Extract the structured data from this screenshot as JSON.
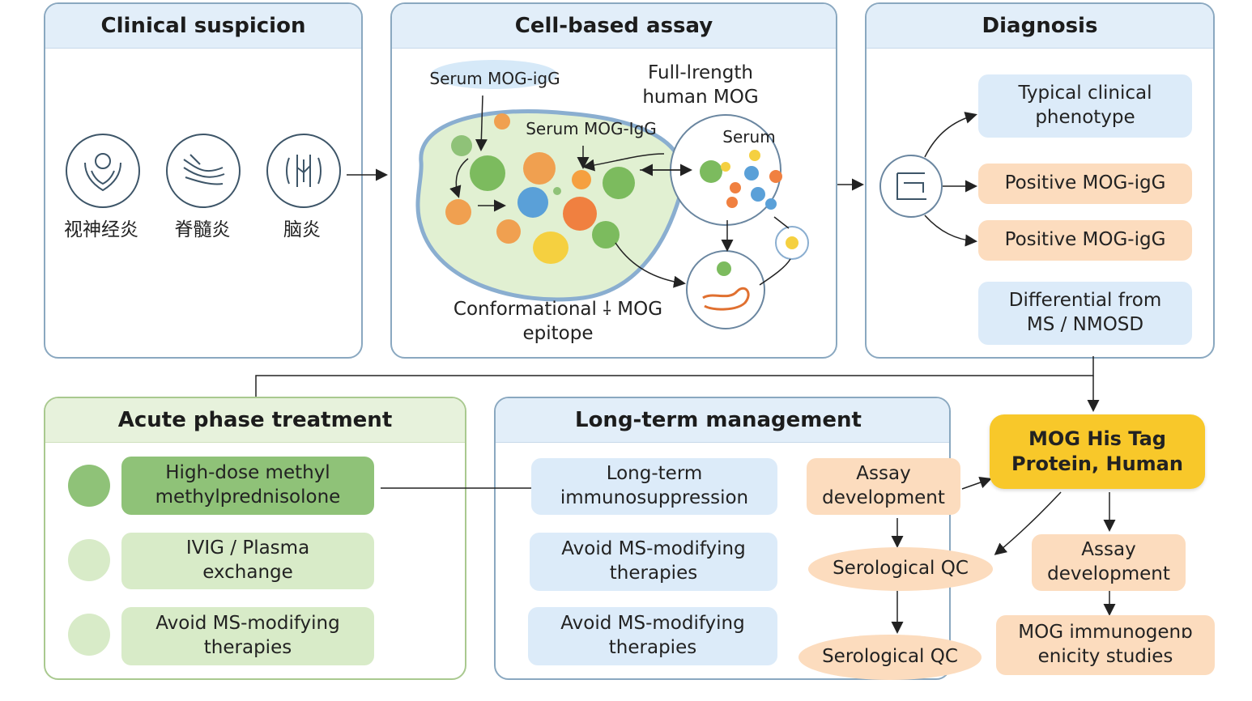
{
  "panels": {
    "clinical": {
      "title": "Clinical suspicion"
    },
    "assay": {
      "title": "Cell-based assay"
    },
    "diagnosis": {
      "title": "Diagnosis"
    },
    "acute": {
      "title": "Acute phase treatment"
    },
    "longterm": {
      "title": "Long-term management"
    }
  },
  "clinical": {
    "items": [
      {
        "label": "视神经炎",
        "icon": "eye-hands-icon"
      },
      {
        "label": "脊髓炎",
        "icon": "spine-icon"
      },
      {
        "label": "脑炎",
        "icon": "brain-icon"
      }
    ]
  },
  "assay": {
    "serum_top": "Serum MOG-igG",
    "full_length": "Full-lrength\nhuman MOG",
    "serum_mid": "Serum MOG-IgG",
    "serum_circle": "Serum",
    "conformational": "Conformational ⸸ MOG\nepitope"
  },
  "diagnosis": {
    "items": [
      "Typical clinical\nphenotype",
      "Positive MOG-igG",
      "Positive MOG-igG",
      "Differential from\nMS / NMOSD"
    ]
  },
  "acute": {
    "items": [
      "High-dose methyl\nmethylprednisolone",
      "IVIG / Plasma\nexchange",
      "Avoid MS-modifying\ntherapies"
    ]
  },
  "longterm": {
    "items": [
      "Long-term\nimmunosuppression",
      "Avoid MS-modifying\ntherapies",
      "Avoid MS-modifying\ntherapies"
    ],
    "assay_dev": "Assay\ndevelopment",
    "sero_qc_1": "Serological QC",
    "sero_qc_2": "Serological QC"
  },
  "product": {
    "title": "MOG His Tag\nProtein, Human",
    "assay_dev": "Assay\ndevelopment",
    "immuno": "MOG immunogenɒ\nenicity studies"
  },
  "colors": {
    "panel_border": "#8aa8c0",
    "header_blue": "#e2eef9",
    "header_green": "#e7f2dc",
    "box_blue": "#dcebf9",
    "box_orange": "#fcdcbe",
    "accent_yellow": "#f8c82a",
    "green_dark": "#8fc278",
    "green_light": "#d8ebc8"
  }
}
